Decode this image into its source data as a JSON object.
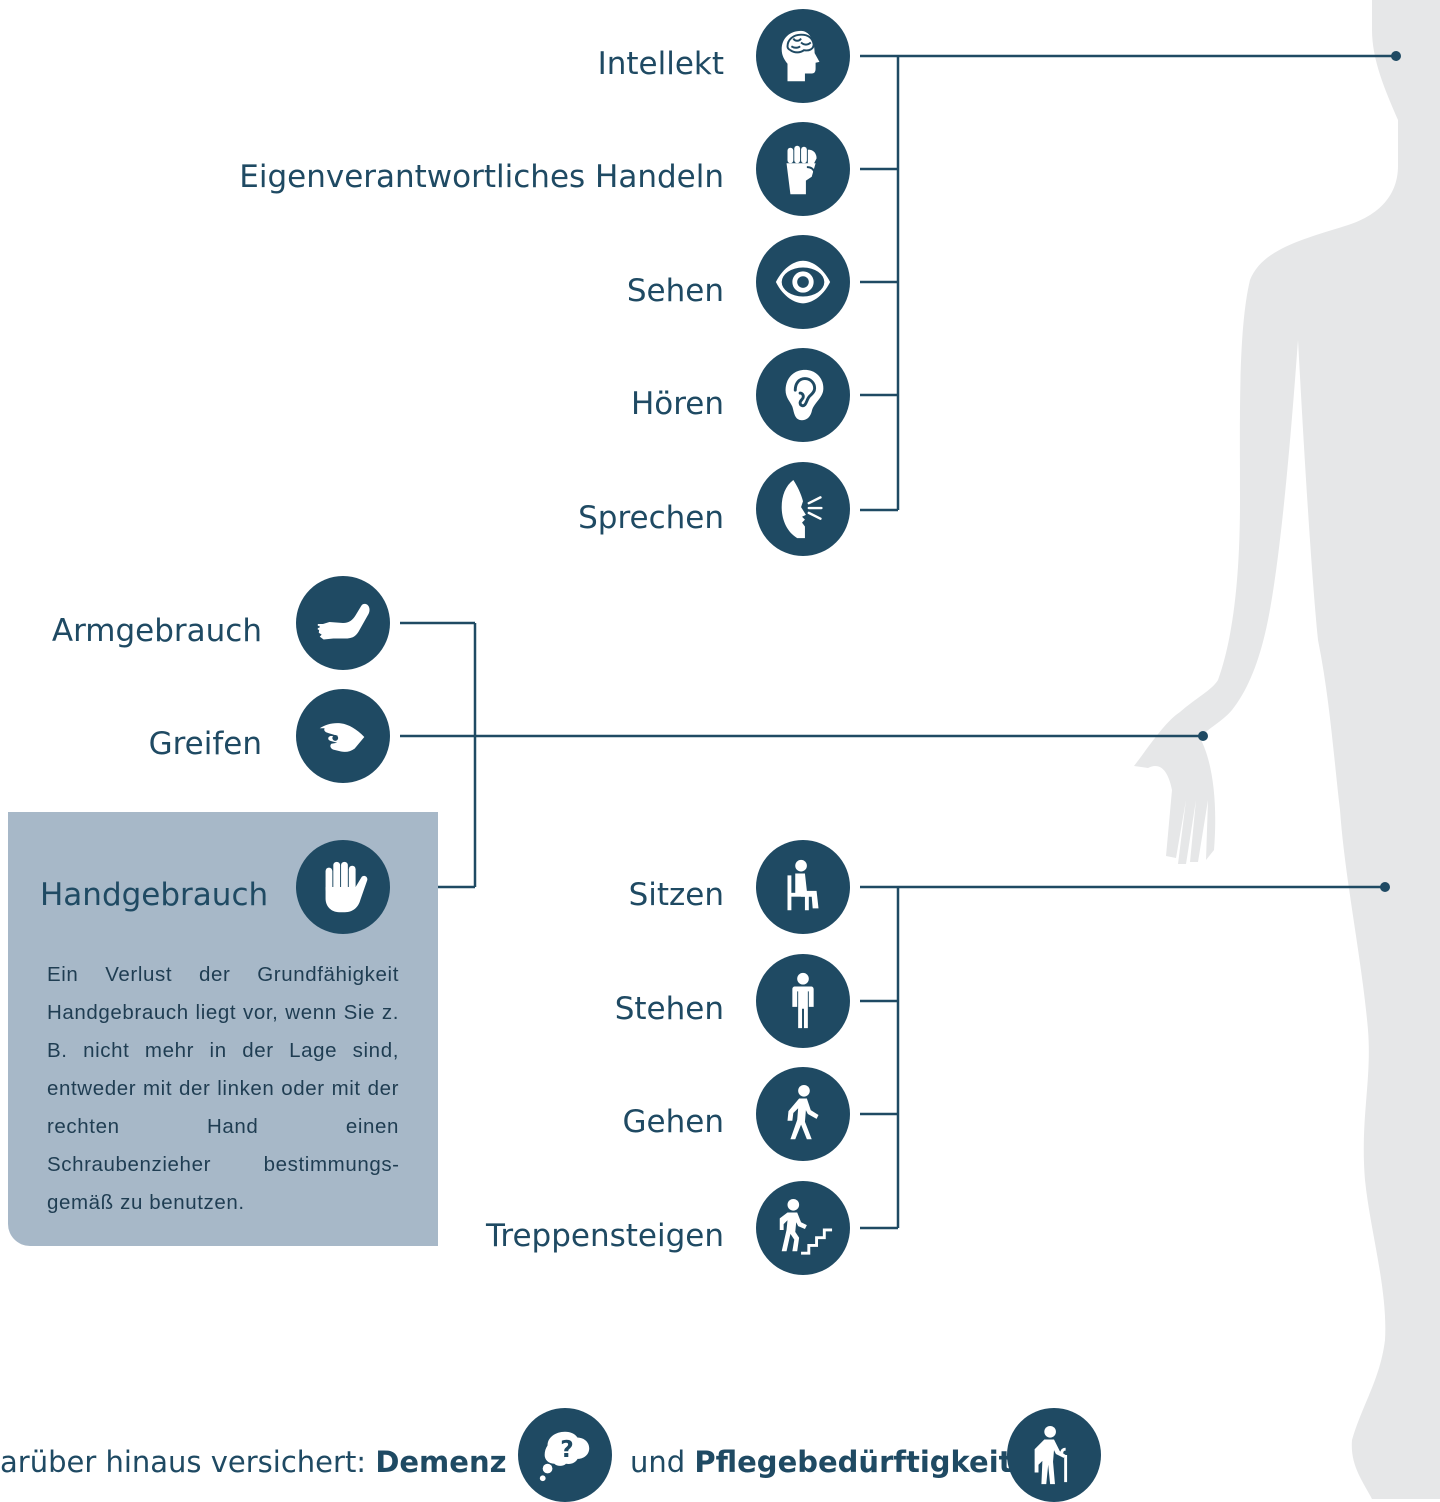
{
  "colors": {
    "primary": "#1f4a63",
    "silhouette": "#e6e7e8",
    "infobox": "#a7b8c8",
    "background": "#ffffff"
  },
  "groups": {
    "head": {
      "items": [
        {
          "label": "Intellekt",
          "icon": "brain-head-icon"
        },
        {
          "label": "Eigenverantwortliches Handeln",
          "icon": "raised-fist-icon"
        },
        {
          "label": "Sehen",
          "icon": "eye-icon"
        },
        {
          "label": "Hören",
          "icon": "ear-icon"
        },
        {
          "label": "Sprechen",
          "icon": "speaking-face-icon"
        }
      ]
    },
    "arm": {
      "items": [
        {
          "label": "Armgebrauch",
          "icon": "bent-arm-icon"
        },
        {
          "label": "Greifen",
          "icon": "grasping-hand-icon"
        },
        {
          "label": "Handgebrauch",
          "icon": "open-hand-icon"
        }
      ]
    },
    "legs": {
      "items": [
        {
          "label": "Sitzen",
          "icon": "sitting-person-icon"
        },
        {
          "label": "Stehen",
          "icon": "standing-person-icon"
        },
        {
          "label": "Gehen",
          "icon": "walking-person-icon"
        },
        {
          "label": "Treppensteigen",
          "icon": "stairs-person-icon"
        }
      ]
    }
  },
  "infobox": {
    "text": "Ein Verlust der Grundfähigkeit Handgebrauch liegt vor, wenn Sie z. B. nicht mehr in der Lage sind, entweder mit der linken oder mit der rechten Hand einen Schraubenzieher bestimmungs­gemäß zu benutzen."
  },
  "footer": {
    "prefix": "arüber hinaus versichert: ",
    "item1": "Demenz",
    "item1_icon": "thought-bubble-question-icon",
    "middle": "und ",
    "item2": "Pflegebedürftigkeit",
    "item2_icon": "elderly-person-cane-icon"
  }
}
